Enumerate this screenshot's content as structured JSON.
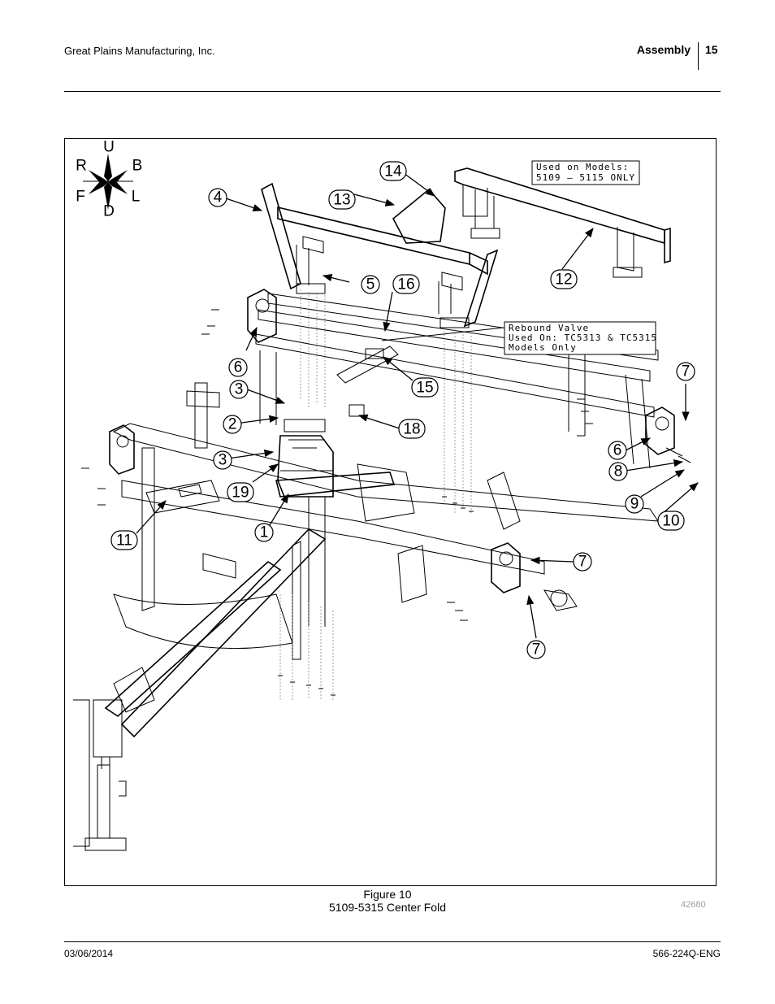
{
  "header": {
    "company": "Great Plains Manufacturing, Inc.",
    "section": "Assembly",
    "page_number": "15"
  },
  "figure": {
    "compass": {
      "up": "U",
      "down": "D",
      "right": "R",
      "back": "B",
      "front": "F",
      "left": "L"
    },
    "notes": {
      "models_note": [
        "Used on Models:",
        "5109 – 5115 ONLY"
      ],
      "rebound_note": [
        "Rebound Valve",
        "Used On: TC5313 & TC5315",
        "Models Only"
      ]
    },
    "callouts": [
      "1",
      "2",
      "3",
      "3",
      "4",
      "5",
      "6",
      "6",
      "7",
      "7",
      "7",
      "8",
      "9",
      "10",
      "11",
      "12",
      "13",
      "14",
      "15",
      "16",
      "18",
      "19"
    ],
    "caption_line1": "Figure 10",
    "caption_line2": "5109-5315 Center Fold",
    "figure_id": "42680"
  },
  "footer": {
    "date": "03/06/2014",
    "doc_number": "566-224Q-ENG"
  }
}
